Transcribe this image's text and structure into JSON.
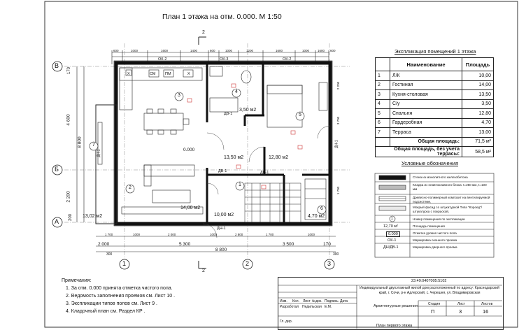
{
  "title": "План 1 этажа на отм. 0.000. М 1:50",
  "axes": {
    "letters": [
      "В",
      "Б",
      "А"
    ],
    "numbers": [
      "1",
      "2",
      "3"
    ],
    "cut_marks": [
      "2",
      "2"
    ]
  },
  "dims": {
    "top_row": [
      "600",
      "1000",
      "1600",
      "1400",
      "600",
      "1000",
      "1200",
      "1600",
      "1000",
      "1600",
      "600"
    ],
    "windows_top": [
      "ОК-2",
      "ОК-3",
      "ОК-2"
    ],
    "bottom_row": [
      "1 700",
      "1000",
      "2 000",
      "1000",
      "2 800",
      "1 700",
      "1000"
    ],
    "bottom_totals": [
      "2 000",
      "5 300",
      "3 500",
      "170"
    ],
    "bottom_overall": "8 800",
    "bottom_side": [
      "300",
      "300"
    ],
    "left_vertical": [
      "170",
      "4 600",
      "8 800",
      "2 200",
      "200"
    ],
    "right_vertical": [
      "2 200",
      "3 700",
      "1 700"
    ]
  },
  "rooms": [
    {
      "num": "1",
      "area": "10,00 м2"
    },
    {
      "num": "2",
      "area": "14,00 м2"
    },
    {
      "num": "3",
      "area": "13,50 м2"
    },
    {
      "num": "4",
      "area": "3,50 м2"
    },
    {
      "num": "5",
      "area": "12,80 м2"
    },
    {
      "num": "6",
      "area": "4,70 м2"
    },
    {
      "num": "7",
      "area": "13,02 м2"
    }
  ],
  "level_mark": "0.000",
  "door_marks": [
    "ДВ-1",
    "ДВ-1",
    "ДВ-1",
    "ДН-1",
    "ДН-1",
    "ДН-2"
  ],
  "kitchen_labels": [
    "Х",
    "СМ",
    "ПМ",
    "Х"
  ],
  "explication": {
    "title": "Экспликация помещений 1 этажа",
    "head": [
      "Наименование",
      "Площадь"
    ],
    "rows": [
      [
        "1",
        "Л/К",
        "10,00"
      ],
      [
        "2",
        "Гостиная",
        "14,00"
      ],
      [
        "3",
        "Кухня-столовая",
        "13,50"
      ],
      [
        "4",
        "С/у",
        "3,50"
      ],
      [
        "5",
        "Спальня",
        "12,80"
      ],
      [
        "6",
        "Гардеробная",
        "4,70"
      ],
      [
        "7",
        "Терраса",
        "13,00"
      ]
    ],
    "total_label": "Общая площадь:",
    "total_value": "71,5 м²",
    "total2_label": "Общая площадь, без учета террасы:",
    "total2_value": "58,5 м²"
  },
  "symbols": {
    "title": "Условные обозначения",
    "items": [
      "Стена из монолитного железобетона",
      "Кладка из неавтоклавного блока: t=250 мм, t=100 мм",
      "Древесно-полимерный композит на вентилируемой подсистеме,",
      "Мокрый фасад со штукатуркой Типа \"Короед\"/штукатурка с покраской,",
      "Номер помещения по экспликации",
      "Площадь помещения",
      "Отметка уровня чистого пола",
      "Маркировка оконного проема",
      "Маркировка дверного проема"
    ],
    "keys": [
      "",
      "",
      "",
      "",
      "1",
      "12,70 м²",
      "0.000",
      "ОК-1",
      "ДН/ДВ-1"
    ]
  },
  "notes": {
    "heading": "Примечания:",
    "items": [
      "1. За отм. 0.000 принята отметка чистого пола.",
      "2. Ведомость заполнения проемов см. Лист 10 .",
      "3. Экспликации типов полов см. Лист 9 .",
      "4. Кладочный план см. Раздел КР ."
    ]
  },
  "stamp": {
    "code": "23:49:0407005:5102",
    "object": "Индивидуальный двухэтажный жилой дом расположенный по адресу: Краснодарский край, г. Сочи, р-н Адлерский, с. Черешня, ул. Владимировская",
    "head_cols": [
      "Изм.",
      "Кол.",
      "Лист",
      "№док.",
      "Подпись",
      "Дата"
    ],
    "roles": [
      {
        "role": "Разработал",
        "name": "Недильская",
        "abbr": "Е.М."
      },
      {
        "role": "Гл. дир.",
        "name": "",
        "abbr": ""
      }
    ],
    "section": "Архитектурные решения",
    "sheet_head": [
      "Стадия",
      "Лист",
      "Листов"
    ],
    "sheet_vals": [
      "П",
      "3",
      "16"
    ],
    "sheet_name": "План первого этажа"
  }
}
